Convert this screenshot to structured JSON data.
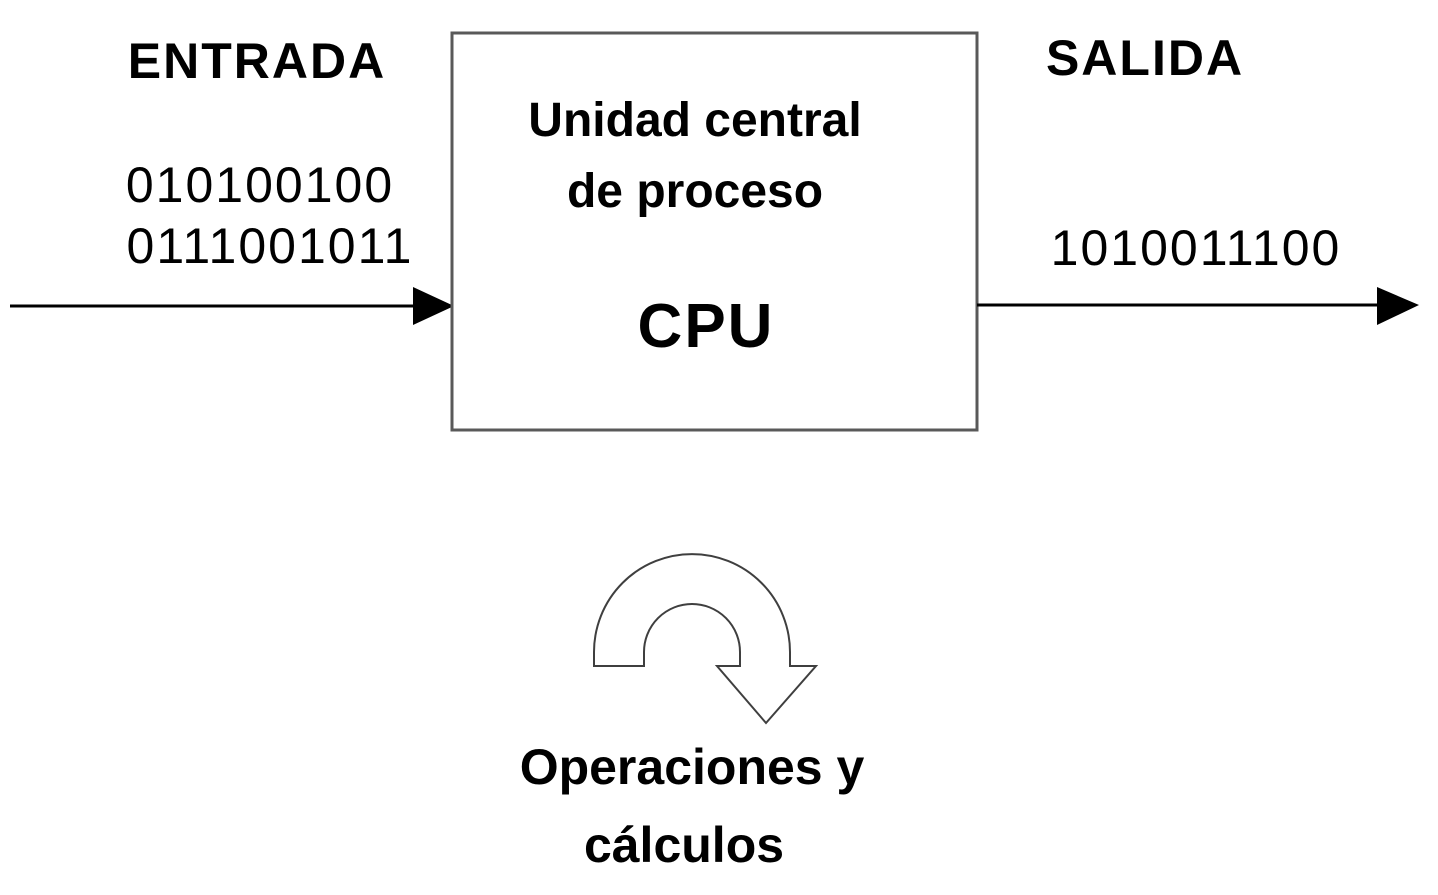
{
  "colors": {
    "background": "#ffffff",
    "text": "#000000",
    "arrow": "#000000",
    "box_border": "#595959",
    "loop_arrow_stroke": "#3f3f3f"
  },
  "input": {
    "label": "ENTRADA",
    "binary_lines": [
      "010100100",
      "0111001011"
    ]
  },
  "cpu_box": {
    "title_line1": "Unidad central",
    "title_line2": "de proceso",
    "acronym": "CPU"
  },
  "output": {
    "label": "SALIDA",
    "binary": "1010011100"
  },
  "process": {
    "label_line1": "Operaciones y",
    "label_line2": "cálculos"
  }
}
